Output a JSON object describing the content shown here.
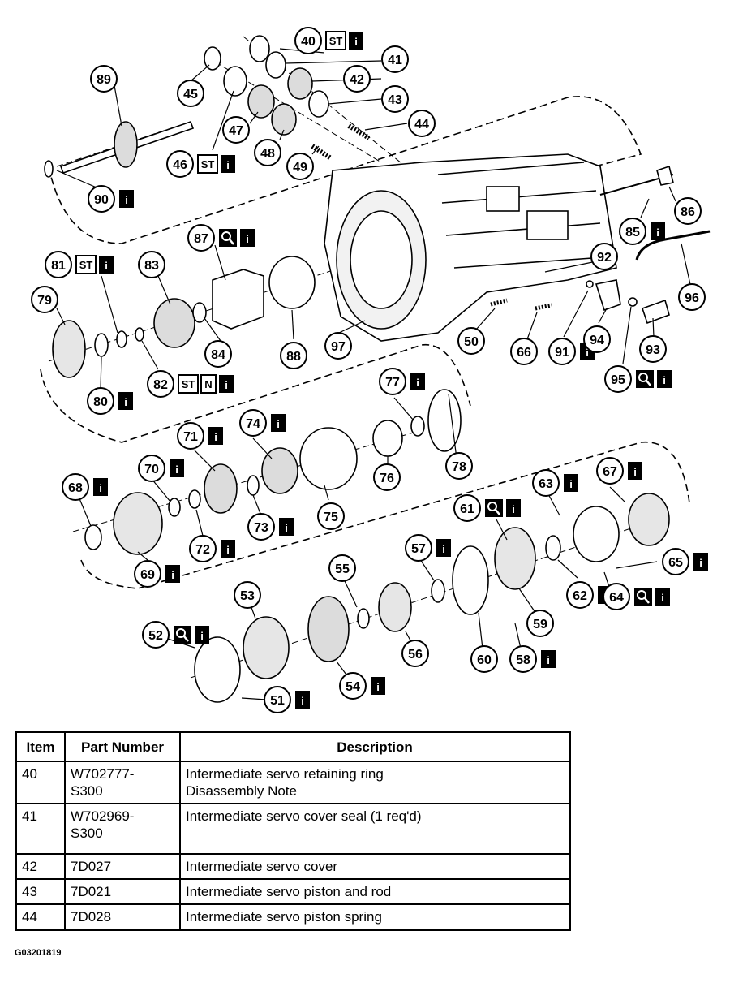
{
  "figure_id": "G03201819",
  "callouts": [
    {
      "id": "40",
      "badges": [
        "ST",
        "i"
      ]
    },
    {
      "id": "41",
      "badges": []
    },
    {
      "id": "42",
      "badges": []
    },
    {
      "id": "43",
      "badges": []
    },
    {
      "id": "44",
      "badges": []
    },
    {
      "id": "45",
      "badges": []
    },
    {
      "id": "46",
      "badges": [
        "ST",
        "i"
      ]
    },
    {
      "id": "47",
      "badges": []
    },
    {
      "id": "48",
      "badges": []
    },
    {
      "id": "49",
      "badges": []
    },
    {
      "id": "89",
      "badges": []
    },
    {
      "id": "90",
      "badges": [
        "i"
      ]
    },
    {
      "id": "86",
      "badges": []
    },
    {
      "id": "85",
      "badges": [
        "i"
      ]
    },
    {
      "id": "87",
      "badges": [
        "zoom",
        "i"
      ]
    },
    {
      "id": "81",
      "badges": [
        "ST",
        "i"
      ]
    },
    {
      "id": "83",
      "badges": []
    },
    {
      "id": "79",
      "badges": []
    },
    {
      "id": "84",
      "badges": []
    },
    {
      "id": "88",
      "badges": []
    },
    {
      "id": "97",
      "badges": []
    },
    {
      "id": "50",
      "badges": []
    },
    {
      "id": "66",
      "badges": []
    },
    {
      "id": "92",
      "badges": []
    },
    {
      "id": "96",
      "badges": []
    },
    {
      "id": "91",
      "badges": [
        "i"
      ]
    },
    {
      "id": "94",
      "badges": []
    },
    {
      "id": "93",
      "badges": []
    },
    {
      "id": "95",
      "badges": [
        "zoom",
        "i"
      ]
    },
    {
      "id": "80",
      "badges": [
        "i"
      ]
    },
    {
      "id": "82",
      "badges": [
        "ST",
        "N",
        "i"
      ]
    },
    {
      "id": "77",
      "badges": [
        "i"
      ]
    },
    {
      "id": "78",
      "badges": []
    },
    {
      "id": "74",
      "badges": [
        "i"
      ]
    },
    {
      "id": "71",
      "badges": [
        "i"
      ]
    },
    {
      "id": "76",
      "badges": []
    },
    {
      "id": "70",
      "badges": [
        "i"
      ]
    },
    {
      "id": "68",
      "badges": [
        "i"
      ]
    },
    {
      "id": "75",
      "badges": []
    },
    {
      "id": "73",
      "badges": [
        "i"
      ]
    },
    {
      "id": "72",
      "badges": [
        "i"
      ]
    },
    {
      "id": "69",
      "badges": [
        "i"
      ]
    },
    {
      "id": "63",
      "badges": [
        "i"
      ]
    },
    {
      "id": "67",
      "badges": [
        "i"
      ]
    },
    {
      "id": "61",
      "badges": [
        "zoom",
        "i"
      ]
    },
    {
      "id": "57",
      "badges": [
        "i"
      ]
    },
    {
      "id": "65",
      "badges": [
        "i"
      ]
    },
    {
      "id": "62",
      "badges": [
        "i"
      ]
    },
    {
      "id": "64",
      "badges": [
        "zoom",
        "i"
      ]
    },
    {
      "id": "55",
      "badges": []
    },
    {
      "id": "53",
      "badges": []
    },
    {
      "id": "52",
      "badges": [
        "zoom",
        "i"
      ]
    },
    {
      "id": "59",
      "badges": []
    },
    {
      "id": "56",
      "badges": []
    },
    {
      "id": "60",
      "badges": []
    },
    {
      "id": "58",
      "badges": [
        "i"
      ]
    },
    {
      "id": "54",
      "badges": [
        "i"
      ]
    },
    {
      "id": "51",
      "badges": [
        "i"
      ]
    }
  ],
  "table": {
    "headers": [
      "Item",
      "Part Number",
      "Description"
    ],
    "rows": [
      {
        "item": "40",
        "part_number": "W702777-\nS300",
        "description": "Intermediate servo retaining ring\nDisassembly Note"
      },
      {
        "item": "41",
        "part_number": "W702969-\nS300",
        "description": "Intermediate servo cover seal (1 req'd)"
      },
      {
        "item": "42",
        "part_number": "7D027",
        "description": "Intermediate servo cover"
      },
      {
        "item": "43",
        "part_number": "7D021",
        "description": "Intermediate servo piston and rod"
      },
      {
        "item": "44",
        "part_number": "7D028",
        "description": "Intermediate servo piston spring"
      }
    ]
  }
}
